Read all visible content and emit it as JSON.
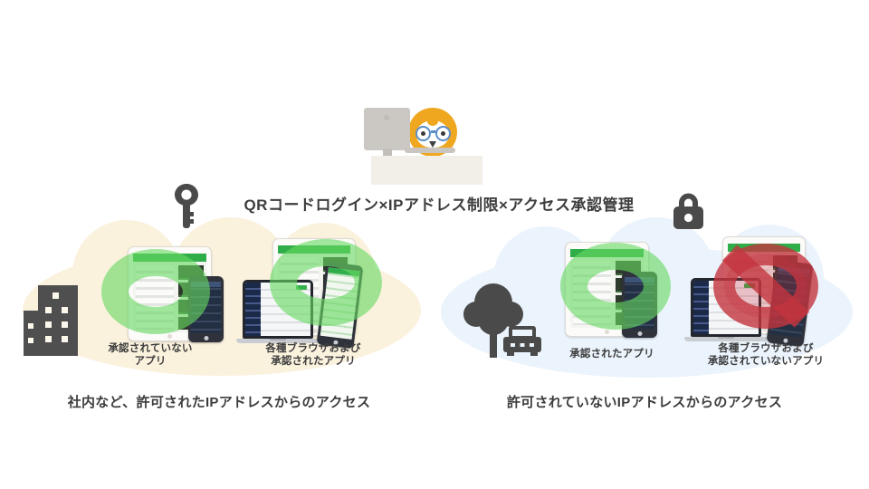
{
  "header": {
    "title": "QRコードログイン×IPアドレス制限×アクセス承認管理",
    "key_icon": "key-icon",
    "lock_icon": "lock-icon"
  },
  "mascot": {
    "name": "owl-mascot-at-desk"
  },
  "left_zone": {
    "caption": "社内など、許可されたIPアドレスからのアクセス",
    "location_icon": "office-building-icon",
    "cloud_color": "#FBF2DE",
    "groups": [
      {
        "status": "allowed",
        "mark": "green-approval-ring",
        "label_lines": [
          "承認されていない",
          "アプリ"
        ]
      },
      {
        "status": "allowed",
        "mark": "green-approval-ring",
        "label_lines": [
          "各種ブラウザおよび",
          "承認されたアプリ"
        ]
      }
    ]
  },
  "right_zone": {
    "caption": "許可されていないIPアドレスからのアクセス",
    "location_icons": [
      "tree-icon",
      "car-icon"
    ],
    "cloud_color": "#EBF3FC",
    "groups": [
      {
        "status": "allowed",
        "mark": "green-approval-ring",
        "label_lines": [
          "承認されたアプリ"
        ]
      },
      {
        "status": "blocked",
        "mark": "red-prohibition-sign",
        "label_lines": [
          "各種ブラウザおよび",
          "承認されていないアプリ"
        ]
      }
    ]
  },
  "colors": {
    "allowed_ring": "#68D963",
    "blocked_sign": "#C3343E",
    "text": "#3D3D3D",
    "icon_gray": "#4A4A4A",
    "mascot_yellow": "#EFA71F",
    "app_green": "#2FAD49"
  }
}
